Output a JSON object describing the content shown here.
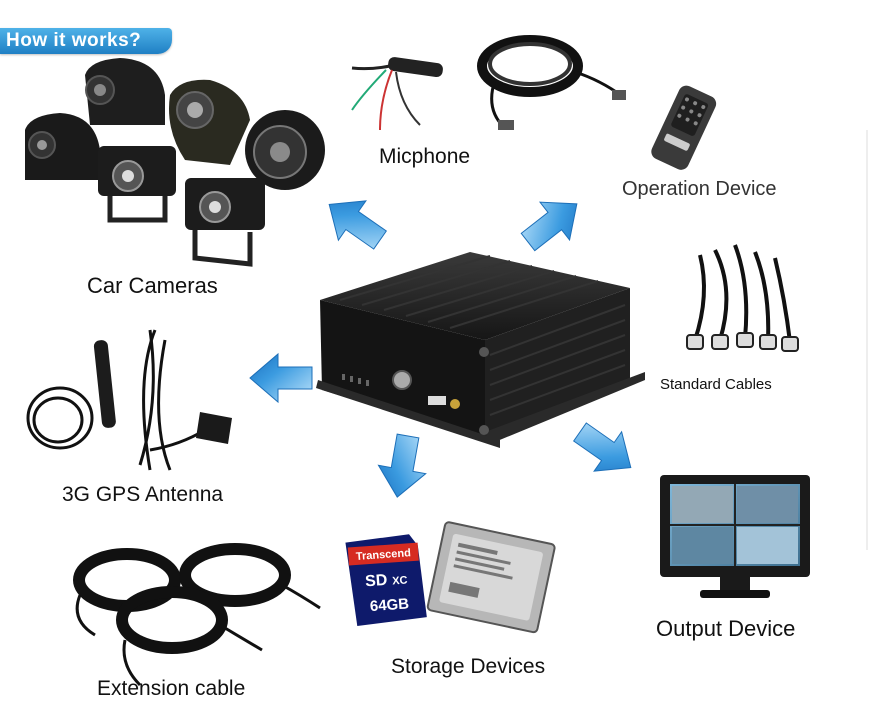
{
  "banner": {
    "text": "How it works?"
  },
  "labels": {
    "car_cameras": "Car Cameras",
    "micphone": "Micphone",
    "operation_device": "Operation Device",
    "standard_cables": "Standard Cables",
    "gps_antenna": "3G GPS Antenna",
    "output_device": "Output Device",
    "storage_devices": "Storage Devices",
    "extension_cable": "Extension cable"
  },
  "sd_card": {
    "brand": "Transcend",
    "type": "SD",
    "sub": "XC",
    "capacity": "64GB"
  },
  "colors": {
    "banner": "#2a8fd6",
    "arrow": "#2f8fd8",
    "device": "#1c1c1c"
  },
  "icons": [
    "car-camera-icon",
    "microphone-icon",
    "cable-coil-icon",
    "remote-control-icon",
    "standard-cables-icon",
    "dvr-box-icon",
    "gps-antenna-icon",
    "sd-card-icon",
    "hard-drive-icon",
    "monitor-icon",
    "arrow-icon"
  ]
}
